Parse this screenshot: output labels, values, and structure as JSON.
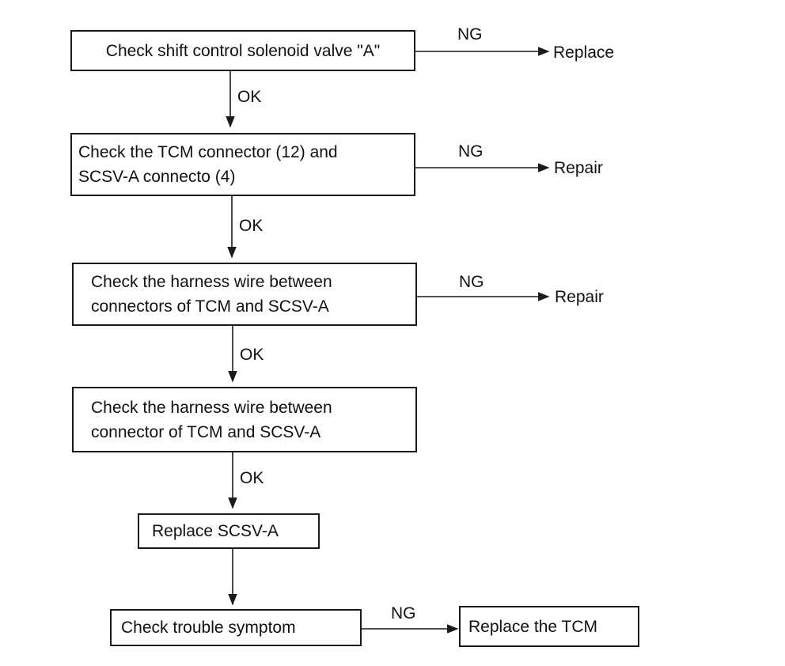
{
  "flowchart": {
    "steps": [
      {
        "lines": [
          "Check shift control solenoid valve \"A\""
        ],
        "ng_label": "NG",
        "ng_result": "Replace",
        "ok_label": "OK"
      },
      {
        "lines": [
          "Check the TCM connector (12) and",
          "SCSV-A connecto (4)"
        ],
        "ng_label": "NG",
        "ng_result": "Repair",
        "ok_label": "OK"
      },
      {
        "lines": [
          "Check the harness wire between",
          "connectors of TCM and SCSV-A"
        ],
        "ng_label": "NG",
        "ng_result": "Repair",
        "ok_label": "OK"
      },
      {
        "lines": [
          "Check the harness wire between",
          "connector of TCM and SCSV-A"
        ],
        "ok_label": "OK"
      },
      {
        "lines": [
          "Replace SCSV-A"
        ]
      },
      {
        "lines": [
          "Check trouble symptom"
        ],
        "ng_label": "NG"
      },
      {
        "lines": [
          "Replace the TCM"
        ]
      }
    ]
  },
  "colors": {
    "line": "#1a1a1a",
    "background": "#ffffff"
  }
}
